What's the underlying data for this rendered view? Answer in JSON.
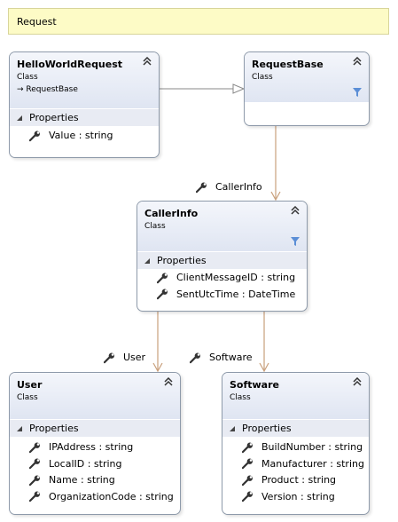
{
  "note": {
    "text": "Request"
  },
  "classes": {
    "hello": {
      "name": "HelloWorldRequest",
      "kind": "Class",
      "base": "RequestBase",
      "section": "Properties",
      "members": [
        "Value : string"
      ]
    },
    "requestbase": {
      "name": "RequestBase",
      "kind": "Class"
    },
    "callerinfo": {
      "name": "CallerInfo",
      "kind": "Class",
      "section": "Properties",
      "members": [
        "ClientMessageID : string",
        "SentUtcTime : DateTime"
      ]
    },
    "user": {
      "name": "User",
      "kind": "Class",
      "section": "Properties",
      "members": [
        "IPAddress : string",
        "LocalID : string",
        "Name : string",
        "OrganizationCode : string"
      ]
    },
    "software": {
      "name": "Software",
      "kind": "Class",
      "section": "Properties",
      "members": [
        "BuildNumber : string",
        "Manufacturer : string",
        "Product : string",
        "Version : string"
      ]
    }
  },
  "associations": {
    "callerinfo": "CallerInfo",
    "user": "User",
    "software": "Software"
  },
  "icons": {
    "collapse": "double-chevron-up-icon",
    "filter": "filter-icon",
    "property": "wrench-icon",
    "expand": "triangle-icon"
  },
  "colors": {
    "note_bg": "#fdfbc6",
    "header": "#dfe5f2",
    "association_line": "#c9a07c",
    "inheritance_line": "#8a8a8a"
  }
}
